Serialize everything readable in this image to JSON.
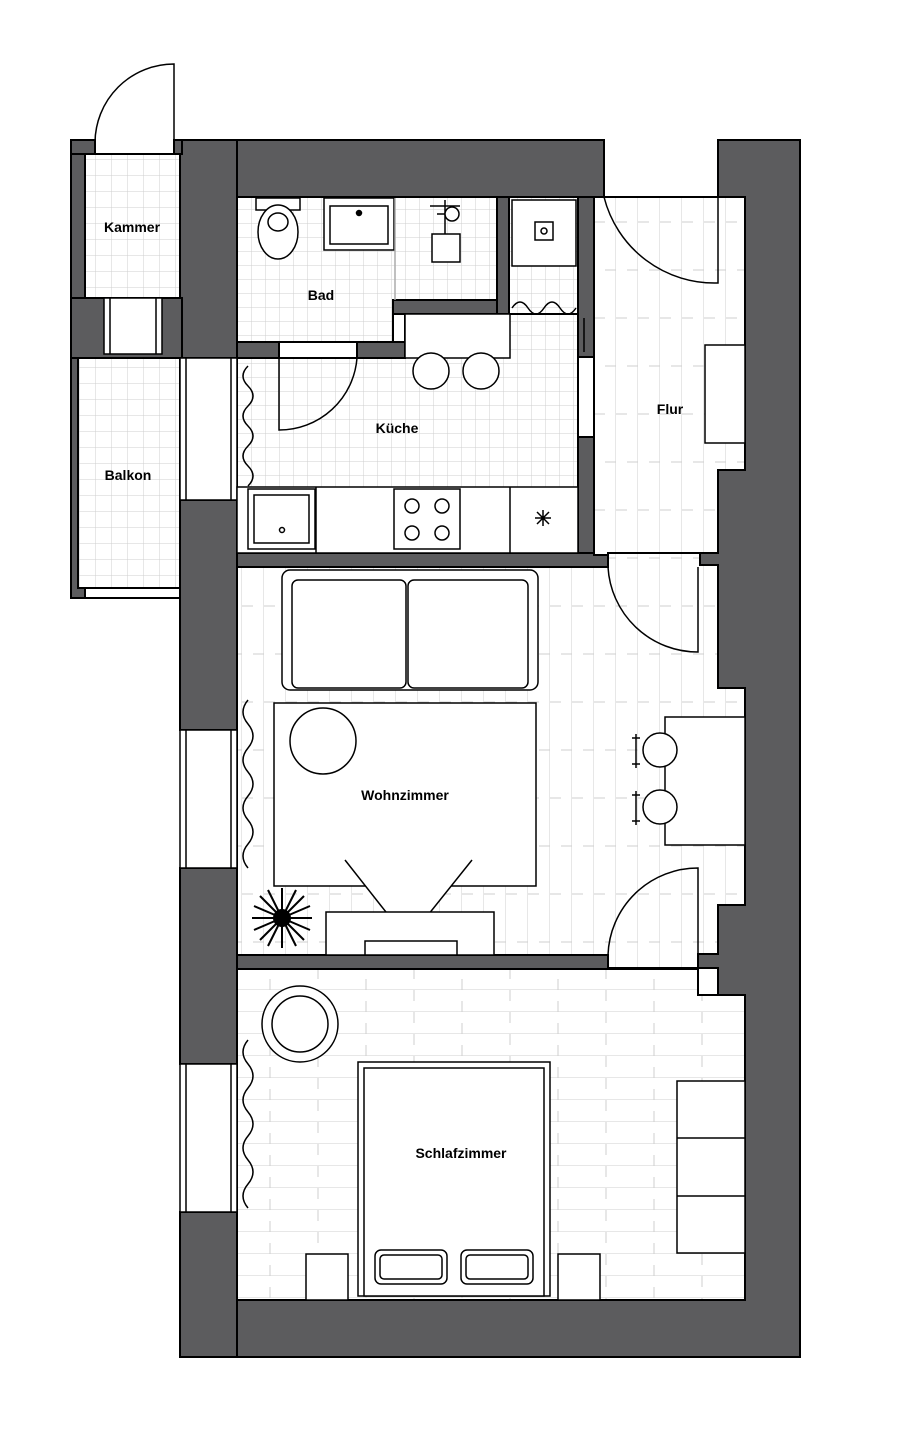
{
  "rooms": {
    "kammer": "Kammer",
    "bad": "Bad",
    "kueche": "Küche",
    "flur": "Flur",
    "balkon": "Balkon",
    "wohnzimmer": "Wohnzimmer",
    "schlafzimmer": "Schlafzimmer"
  },
  "colors": {
    "wall": "#5c5c5e",
    "line": "#000000",
    "floor_grid": "#cfcfcf",
    "background": "#ffffff"
  }
}
